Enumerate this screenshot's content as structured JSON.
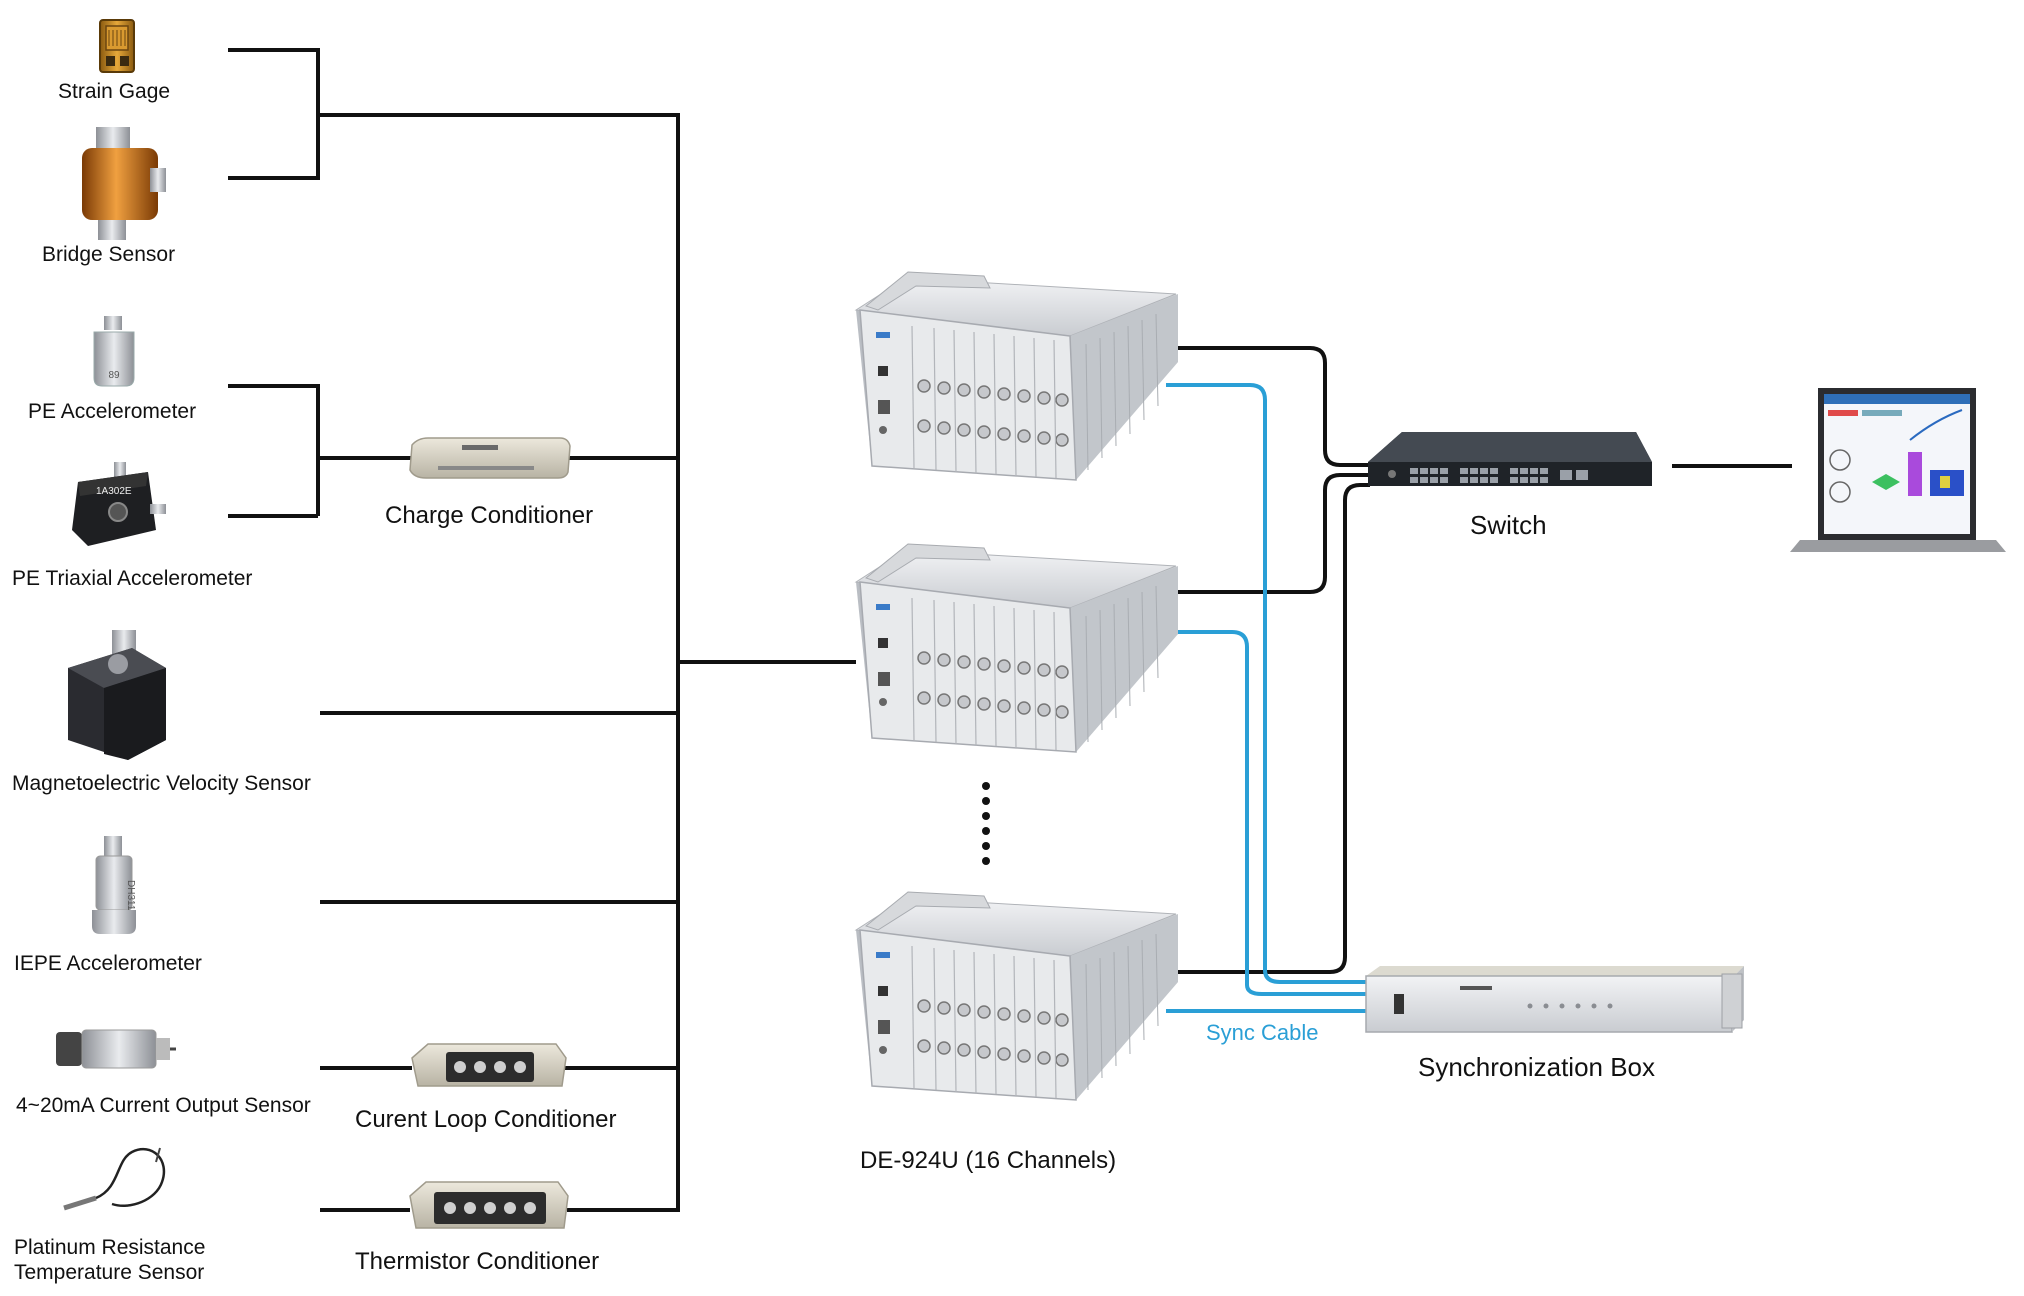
{
  "colors": {
    "wire": "#111111",
    "sync": "#2a9fd6"
  },
  "sensors": [
    {
      "name": "Strain Gage",
      "icon": "strain-gage-icon"
    },
    {
      "name": "Bridge Sensor",
      "icon": "bridge-sensor-icon"
    },
    {
      "name": "PE Accelerometer",
      "icon": "pe-accelerometer-icon"
    },
    {
      "name": "PE Triaxial Accelerometer",
      "icon": "triaxial-accelerometer-icon"
    },
    {
      "name": "Magnetoelectric Velocity Sensor",
      "icon": "velocity-sensor-icon"
    },
    {
      "name": "IEPE Accelerometer",
      "icon": "iepe-accelerometer-icon"
    },
    {
      "name": "4~20mA Current Output Sensor",
      "icon": "current-sensor-icon"
    },
    {
      "name_line1": "Platinum Resistance",
      "name_line2": "Temperature Sensor",
      "icon": "temperature-probe-icon"
    }
  ],
  "conditioners": [
    {
      "name": "Charge Conditioner"
    },
    {
      "name": "Curent Loop Conditioner"
    },
    {
      "name": "Thermistor Conditioner"
    }
  ],
  "device": {
    "name": "DE-924U (16 Channels)"
  },
  "network": {
    "switch": "Switch",
    "sync_box": "Synchronization Box",
    "sync_cable": "Sync Cable"
  }
}
